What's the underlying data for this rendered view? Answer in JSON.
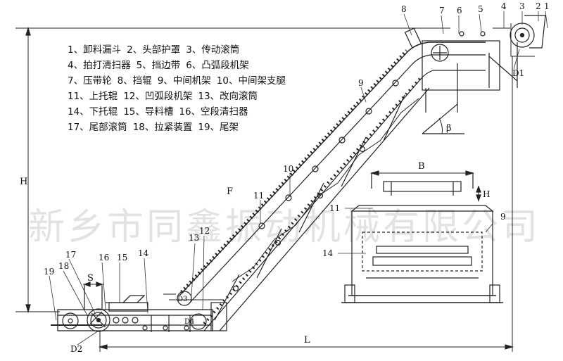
{
  "legend": [
    [
      "1、卸料漏斗",
      "2、头部护罩",
      "3、传动滚筒"
    ],
    [
      "4、拍打清扫器",
      "5、挡边带",
      "6、凸弧段机架"
    ],
    [
      "7、压带轮",
      "8、挡辊",
      "9、中间机架",
      "10、中间架支腿"
    ],
    [
      "11、上托辊",
      "12、凹弧段机架",
      "13、改向滚筒"
    ],
    [
      "14、下托辊",
      "15、导料槽",
      "16、空段清扫器"
    ],
    [
      "17、尾部滚筒",
      "18、拉紧装置",
      "19、尾架"
    ]
  ],
  "watermark": "新乡市同鑫振动机械有限公司",
  "labels": {
    "n1": "1",
    "n2": "2",
    "n3": "3",
    "n4": "4",
    "n5": "5",
    "n6": "6",
    "n7": "7",
    "n8": "8",
    "n9": "9",
    "n10": "10",
    "n11": "11",
    "n12": "12",
    "n13": "13",
    "n14": "14",
    "n15": "15",
    "n16": "16",
    "n17": "17",
    "n18": "18",
    "n19": "19",
    "n9b": "9",
    "n11b": "11",
    "n14b": "14",
    "D1": "D1",
    "D2": "D2",
    "D3": "D3",
    "D4": "D4",
    "H": "H",
    "L": "L",
    "S": "S",
    "F": "F",
    "beta": "β",
    "B": "B",
    "Hs": "H"
  }
}
